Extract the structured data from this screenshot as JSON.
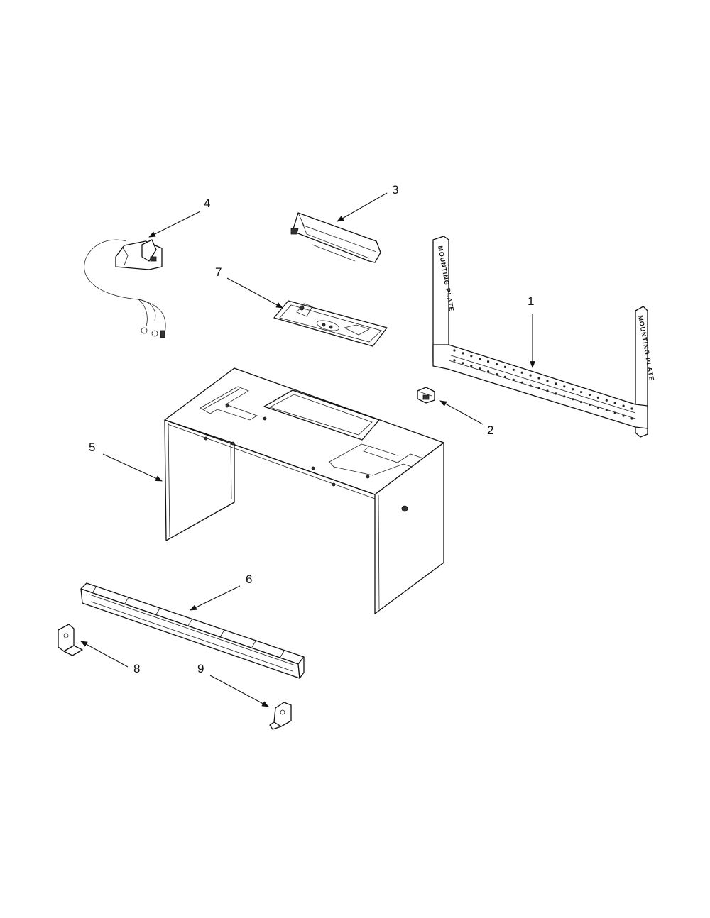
{
  "diagram": {
    "callouts": [
      {
        "id": "1",
        "label": "1",
        "part": "mounting-plate"
      },
      {
        "id": "2",
        "label": "2",
        "part": "small-clip"
      },
      {
        "id": "3",
        "label": "3",
        "part": "top-bracket"
      },
      {
        "id": "4",
        "label": "4",
        "part": "thermal-cutout-harness"
      },
      {
        "id": "5",
        "label": "5",
        "part": "outer-cabinet-wrapper"
      },
      {
        "id": "6",
        "label": "6",
        "part": "front-base-trim"
      },
      {
        "id": "7",
        "label": "7",
        "part": "control-plate"
      },
      {
        "id": "8",
        "label": "8",
        "part": "left-corner-bracket"
      },
      {
        "id": "9",
        "label": "9",
        "part": "right-corner-bracket"
      }
    ],
    "mounting_plate_stamp": "MOUNTING PLATE"
  }
}
